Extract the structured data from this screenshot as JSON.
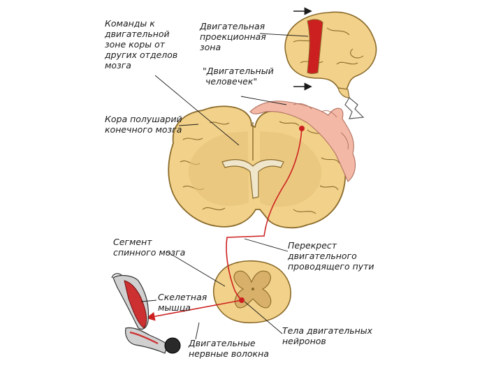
{
  "labels": {
    "commands": "Команды к\nдвигательной\nзоне коры от\nдругих отделов\nмозга",
    "motor_zone": "Двигательная\nпроекционная\nзона",
    "homunculus": "\"Двигательный\n человечек\"",
    "cortex": "Кора полушарий\nконечного мозга",
    "spinal_segment": "Сегмент\nспинного мозга",
    "decussation": "Перекрест\nдвигательного\nпроводящего пути",
    "skeletal_muscle": "Скелетная\nмышца",
    "motor_fibers": "Двигательные\nнервные волокна",
    "motor_neurons": "Тела двигательных\nнейронов"
  },
  "colors": {
    "tissue": "#f2d28a",
    "tissue_edge": "#8a6a2a",
    "gray_matter": "#d9b06a",
    "ventricle": "#efe6cc",
    "homunculus": "#f3b8a6",
    "pathway": "#cc2020",
    "motor_strip": "#cc2020",
    "pointer": "#1a1a1a"
  }
}
